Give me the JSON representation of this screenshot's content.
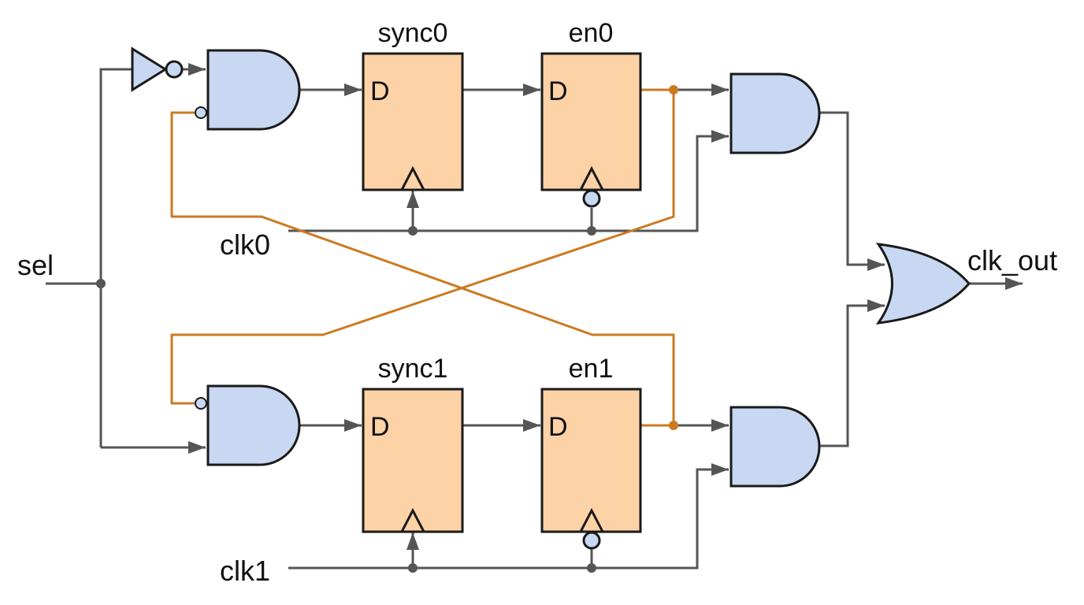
{
  "signals": {
    "sel": "sel",
    "clk0": "clk0",
    "clk1": "clk1",
    "clk_out": "clk_out"
  },
  "flipflops": {
    "sync0": {
      "name": "sync0",
      "d_label": "D"
    },
    "en0": {
      "name": "en0",
      "d_label": "D"
    },
    "sync1": {
      "name": "sync1",
      "d_label": "D"
    },
    "en1": {
      "name": "en1",
      "d_label": "D"
    }
  },
  "colors": {
    "wire": "#555555",
    "feedback_wire": "#cc7a22",
    "gate_fill": "#c8d8f2",
    "flipflop_fill": "#fcd2a6",
    "outline": "#1a1a1a"
  }
}
